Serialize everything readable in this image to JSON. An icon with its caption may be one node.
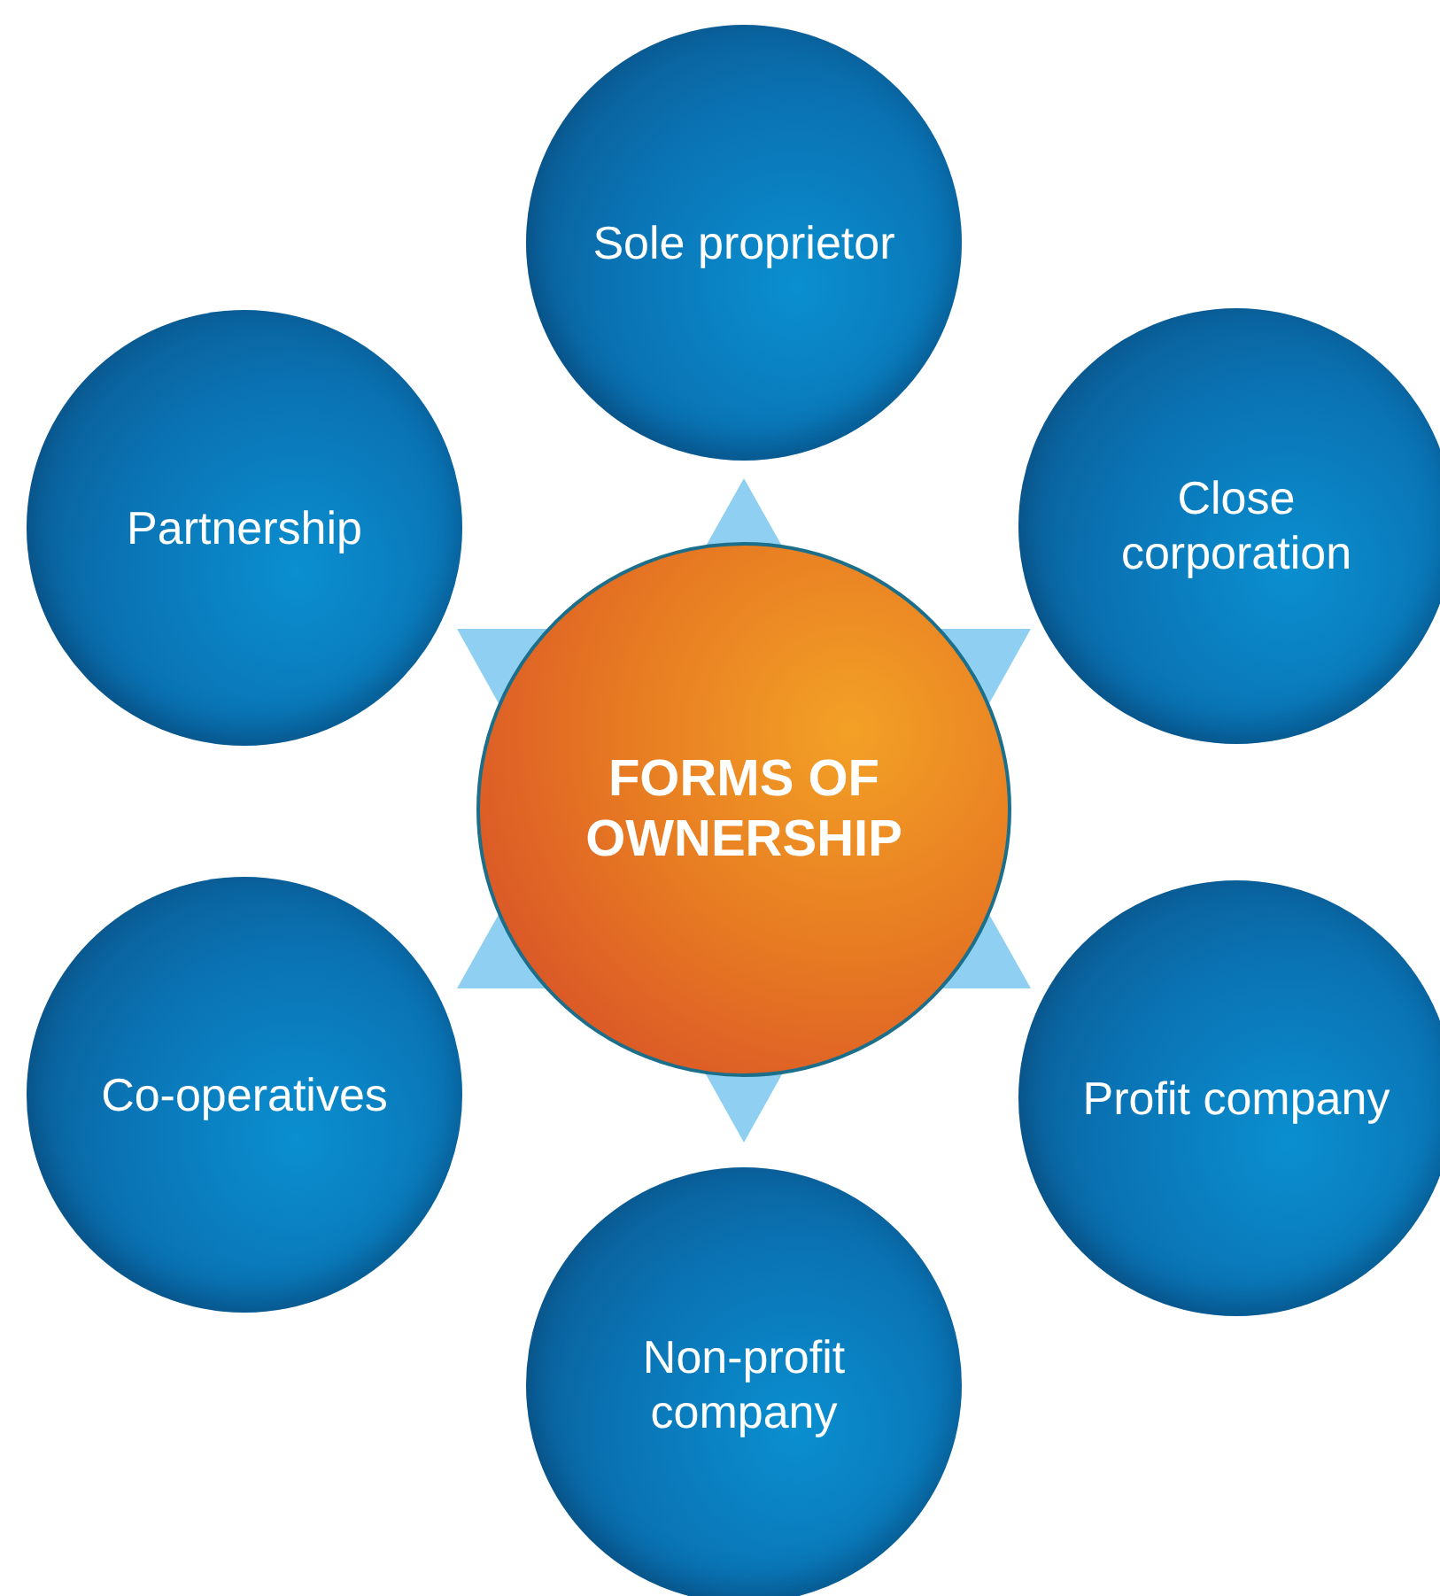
{
  "diagram": {
    "nodes": [
      {
        "text": [
          "FORMS OF OWNERSHIP"
        ]
      },
      {
        "text": [
          "Sole proprietor"
        ]
      },
      {
        "text": [
          "Close corporation"
        ]
      },
      {
        "text": [
          "Profit company"
        ]
      },
      {
        "text": [
          "Non-profit company"
        ]
      },
      {
        "text": [
          "Co-operatives"
        ]
      },
      {
        "text": [
          "Partnership"
        ]
      }
    ]
  }
}
